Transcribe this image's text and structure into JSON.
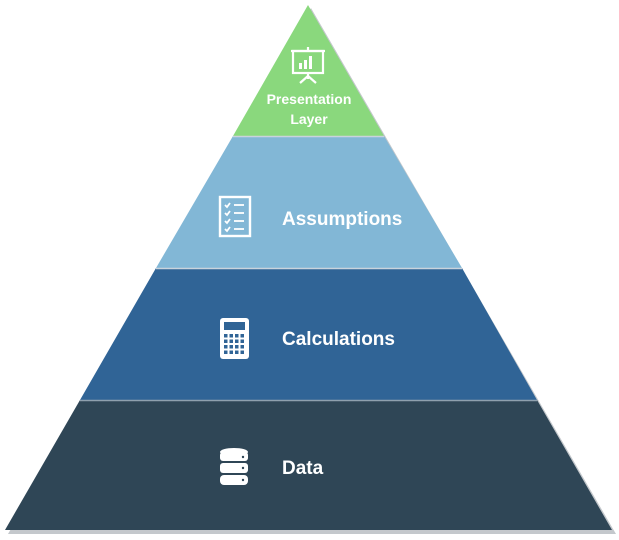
{
  "diagram": {
    "type": "pyramid",
    "layers": [
      {
        "id": "presentation",
        "label_lines": [
          "Presentation",
          "Layer"
        ],
        "icon": "presentation-board-icon",
        "color": "#8ad87d"
      },
      {
        "id": "assumptions",
        "label_lines": [
          "Assumptions"
        ],
        "icon": "checklist-icon",
        "color": "#82b7d6"
      },
      {
        "id": "calculations",
        "label_lines": [
          "Calculations"
        ],
        "icon": "calculator-icon",
        "color": "#306496"
      },
      {
        "id": "data",
        "label_lines": [
          "Data"
        ],
        "icon": "database-icon",
        "color": "#2f4656"
      }
    ],
    "separator_color": "#c9d3dc",
    "shadow_color": "#b8bcc0",
    "text_color": "#ffffff"
  }
}
